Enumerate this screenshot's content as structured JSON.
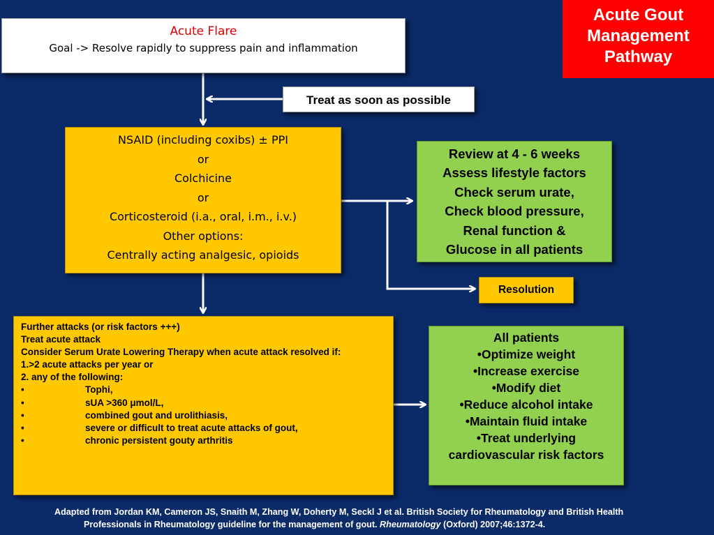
{
  "title": {
    "lines": [
      "Acute Gout",
      "Management",
      "Pathway"
    ]
  },
  "acute_flare": {
    "heading": "Acute Flare",
    "goal": "Goal -> Resolve rapidly to suppress pain and inflammation"
  },
  "treat_asap": "Treat as soon as possible",
  "treatment": {
    "lines": [
      "NSAID (including coxibs) ± PPI",
      "or",
      "Colchicine",
      "or",
      "Corticosteroid (i.a., oral, i.m., i.v.)",
      "Other options:",
      "Centrally acting analgesic, opioids"
    ]
  },
  "review": {
    "lines": [
      "Review at 4 - 6 weeks",
      "Assess lifestyle factors",
      "Check  serum urate,",
      "Check  blood pressure,",
      "Renal function &",
      "Glucose in all patients"
    ]
  },
  "resolution": "Resolution",
  "further_attacks": {
    "lines": [
      "Further attacks (or risk factors +++)",
      "Treat acute attack",
      "Consider Serum Urate Lowering Therapy  when acute attack resolved if:",
      "1.>2 acute attacks per year or",
      "2. any of the following:"
    ],
    "bullet_char": "•",
    "bullets": [
      "Tophi,",
      "sUA  >360 μmol/L,",
      "combined gout and urolithiasis,",
      "severe or difficult to treat acute attacks of gout,",
      "chronic persistent gouty arthritis"
    ]
  },
  "all_patients": {
    "lines": [
      "All patients",
      "•Optimize weight",
      "•Increase exercise",
      "•Modify diet",
      "•Reduce alcohol intake",
      "•Maintain fluid intake",
      "•Treat underlying",
      "cardiovascular risk factors"
    ]
  },
  "citation": {
    "line1": "Adapted from Jordan KM, Cameron JS, Snaith M, Zhang W, Doherty M, Seckl J et al. British Society for Rheumatology and British Health",
    "line2_prefix": "Professionals in Rheumatology guideline for the management of gout. ",
    "line2_journal": "Rheumatology",
    "line2_suffix": " (Oxford) 2007;46:1372-4."
  },
  "colors": {
    "background": "#0b2a68",
    "title_box": "#ff0000",
    "yellow": "#ffc800",
    "green": "#92d050",
    "heading_red": "#e00000",
    "arrow": "#ffffff"
  }
}
